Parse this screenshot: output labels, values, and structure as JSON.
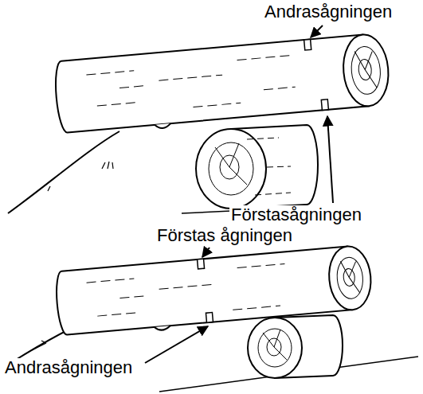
{
  "diagram": {
    "labels": [
      "Andrasågningen",
      "Förstasågningen",
      "Förstas ågningen",
      "Andrasågningen"
    ]
  }
}
